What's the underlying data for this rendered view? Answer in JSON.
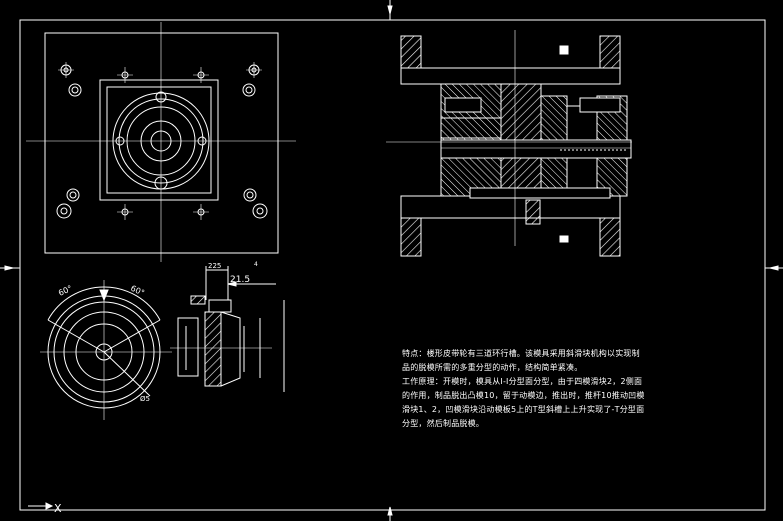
{
  "drawing": {
    "background_color": "#000000",
    "line_color": "#ffffff",
    "accent_color": "#ffff00",
    "hatch_color": "#ffffff"
  },
  "dimensions": {
    "angle_left": "60°",
    "angle_right": "60°",
    "diameter_phi5": "Ø5",
    "dim_225": "225",
    "dim_21_5": "21.5",
    "dim_4": "4"
  },
  "ucs": {
    "axis_x": "X"
  },
  "notes": {
    "line1": "特点：楼形皮带轮有三道环行槽。该模具采用斜滑块机构以实现制",
    "line2": "品的脱模所需的多重分型的动作，结构简单紧凑。",
    "line3": "工作原理：开模时，模具从I-I分型面分型，由于四模滑块2，2侧面",
    "line4": "的作用，制品脱出凸模10，留于动模边，推出时，推杆10推动凹模",
    "line5": "滑块1、2，凹模滑块沿动模板5上的T型斜槽上上升实现了-T分型面",
    "line6": "分型，然后制品脱模。"
  }
}
